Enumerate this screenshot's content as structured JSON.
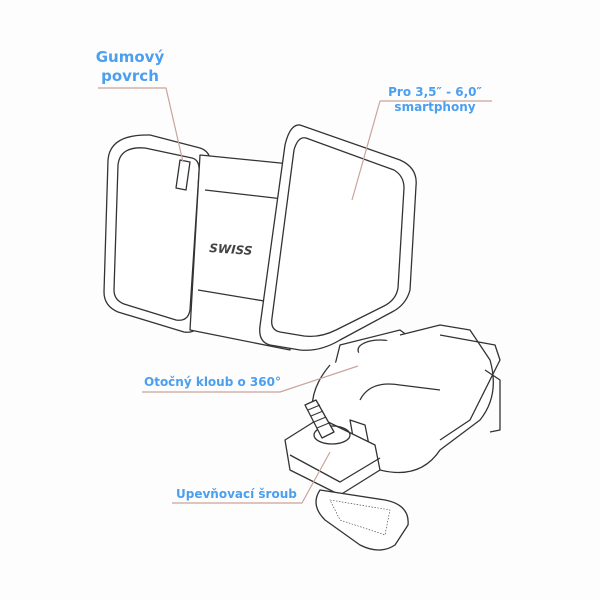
{
  "diagram": {
    "brand_mark": "SWISS",
    "labels": {
      "rubber_surface": [
        "Gumový",
        "povrch"
      ],
      "phone_size": [
        "Pro 3,5″ - 6,0″",
        "smartphony"
      ],
      "swivel_joint": "Otočný kloub o 360°",
      "mounting_screw": "Upevňovací šroub"
    },
    "colors": {
      "label": "#4a9ff0",
      "leader": "#c9a49a",
      "drawing": "#333333"
    }
  }
}
